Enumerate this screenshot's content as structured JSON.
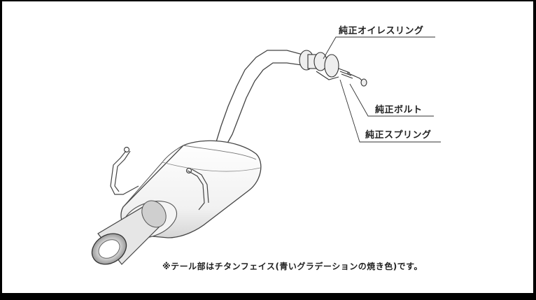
{
  "labels": {
    "oil_ring": "純正オイレスリング",
    "bolt": "純正ボルト",
    "spring": "純正スプリング"
  },
  "note": "※テール部はチタンフェイス(青いグラデーションの焼き色)です。"
}
